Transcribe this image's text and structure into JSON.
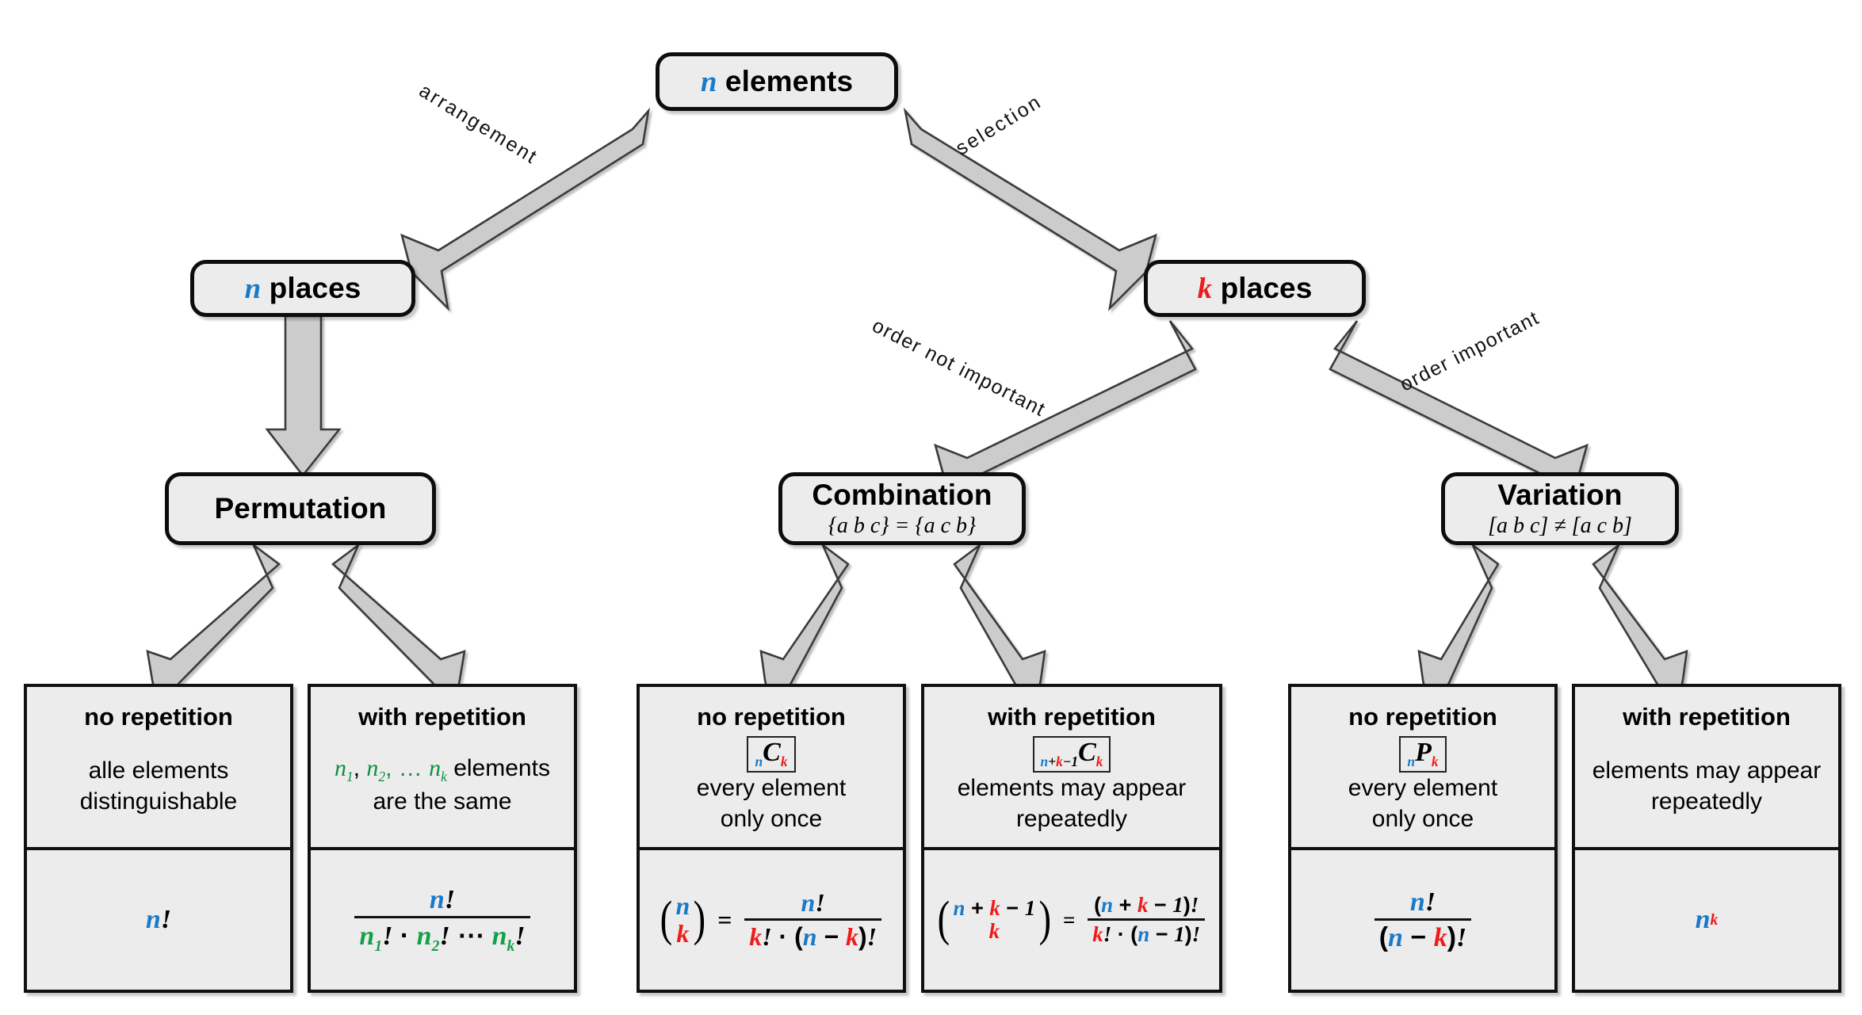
{
  "title": "Combinatorics decision tree",
  "colors": {
    "n_color": "#1a7ac7",
    "k_color": "#ef1b1b",
    "group_color": "#13a04a",
    "node_fill": "#ececec",
    "node_stroke": "#0d0d0d",
    "arrow_fill": "#cccccc"
  },
  "root": {
    "label_n": "n",
    "label_text": " elements"
  },
  "edges": {
    "arrangement": "arrangement",
    "selection": "selection",
    "order_not_important": "order not important",
    "order_important": "order important"
  },
  "level2": {
    "left": {
      "var": "n",
      "text": " places"
    },
    "right": {
      "var": "k",
      "text": " places"
    }
  },
  "level3": [
    {
      "name": "permutation",
      "title": "Permutation",
      "subtitle": ""
    },
    {
      "name": "combination",
      "title": "Combination",
      "subtitle": "{a b c} = {a c b}"
    },
    {
      "name": "variation",
      "title": "Variation",
      "subtitle": "[a b c] ≠ [a c b]"
    }
  ],
  "leaves": [
    {
      "id": "permutation-no-repetition",
      "header": "no repetition",
      "notation": null,
      "description": "alle elements\ndistinguishable",
      "formula_plain": "n!"
    },
    {
      "id": "permutation-with-repetition",
      "header": "with repetition",
      "notation": null,
      "description": "n₁, n₂, … nₖ elements\nare the same",
      "formula_plain": "n! / (n₁! · n₂! ⋯ nₖ!)"
    },
    {
      "id": "combination-no-repetition",
      "header": "no repetition",
      "notation": "nCk",
      "description": "every element\nonly once",
      "formula_plain": "(n choose k) = n! / (k! · (n − k)!)"
    },
    {
      "id": "combination-with-repetition",
      "header": "with repetition",
      "notation": "n+k−1Ck",
      "description": "elements may appear\nrepeatedly",
      "formula_plain": "(n + k − 1 choose k) = (n + k − 1)! / (k! · (n − 1)!)"
    },
    {
      "id": "variation-no-repetition",
      "header": "no repetition",
      "notation": "nPk",
      "description": "every element\nonly once",
      "formula_plain": "n! / (n − k)!"
    },
    {
      "id": "variation-with-repetition",
      "header": "with repetition",
      "notation": null,
      "description": "elements may appear\nrepeatedly",
      "formula_plain": "n^k"
    }
  ],
  "symbols": {
    "n": "n",
    "k": "k",
    "one": "1",
    "C": "C",
    "P": "P",
    "bang": "!",
    "plus": "+",
    "minus": "−",
    "dot": "·",
    "equals": "=",
    "ellipsis": "⋯",
    "comma_ellipsis": "…",
    "n1": "n",
    "n2": "n",
    "nk": "n",
    "sub1": "1",
    "sub2": "2",
    "subk": "k"
  }
}
